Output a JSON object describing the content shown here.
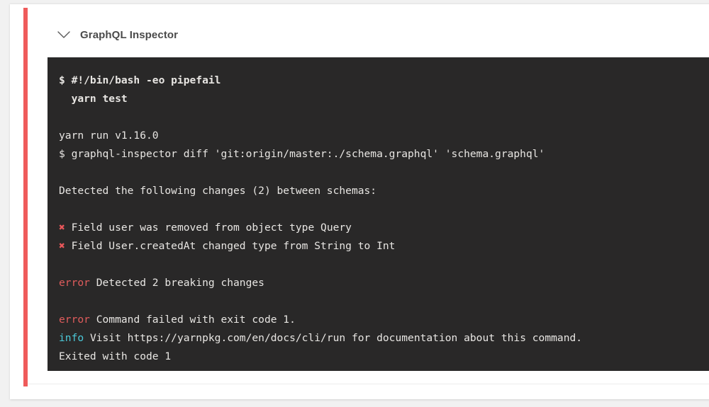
{
  "page": {
    "background_color": "#f1f1f1",
    "card_background": "#ffffff",
    "status_rail_color": "#ef5b5b"
  },
  "header": {
    "title": "GraphQL Inspector",
    "toggle_icon": "chevron-down-icon"
  },
  "terminal": {
    "background_color": "#292828",
    "text_color": "#e8e6e3",
    "error_color": "#e05c5c",
    "info_color": "#4bc8d8",
    "marker_color": "#e8575a",
    "marker_glyph": "✖",
    "lines": [
      {
        "type": "command",
        "bold": true,
        "text": "$ #!/bin/bash -eo pipefail"
      },
      {
        "type": "command",
        "bold": true,
        "text": "  yarn test"
      },
      {
        "type": "blank",
        "text": ""
      },
      {
        "type": "output",
        "text": "yarn run v1.16.0"
      },
      {
        "type": "output",
        "text": "$ graphql-inspector diff 'git:origin/master:./schema.graphql' 'schema.graphql'"
      },
      {
        "type": "blank",
        "text": ""
      },
      {
        "type": "output",
        "text": "Detected the following changes (2) between schemas:"
      },
      {
        "type": "blank",
        "text": ""
      },
      {
        "type": "marked",
        "marker": "✖",
        "text": " Field user was removed from object type Query"
      },
      {
        "type": "marked",
        "marker": "✖",
        "text": " Field User.createdAt changed type from String to Int"
      },
      {
        "type": "blank",
        "text": ""
      },
      {
        "type": "tagged",
        "tag": "error",
        "tag_kind": "error",
        "text": " Detected 2 breaking changes"
      },
      {
        "type": "blank",
        "text": ""
      },
      {
        "type": "tagged",
        "tag": "error",
        "tag_kind": "error",
        "text": " Command failed with exit code 1."
      },
      {
        "type": "tagged",
        "tag": "info",
        "tag_kind": "info",
        "text": " Visit https://yarnpkg.com/en/docs/cli/run for documentation about this command."
      },
      {
        "type": "output",
        "text": "Exited with code 1"
      }
    ]
  }
}
